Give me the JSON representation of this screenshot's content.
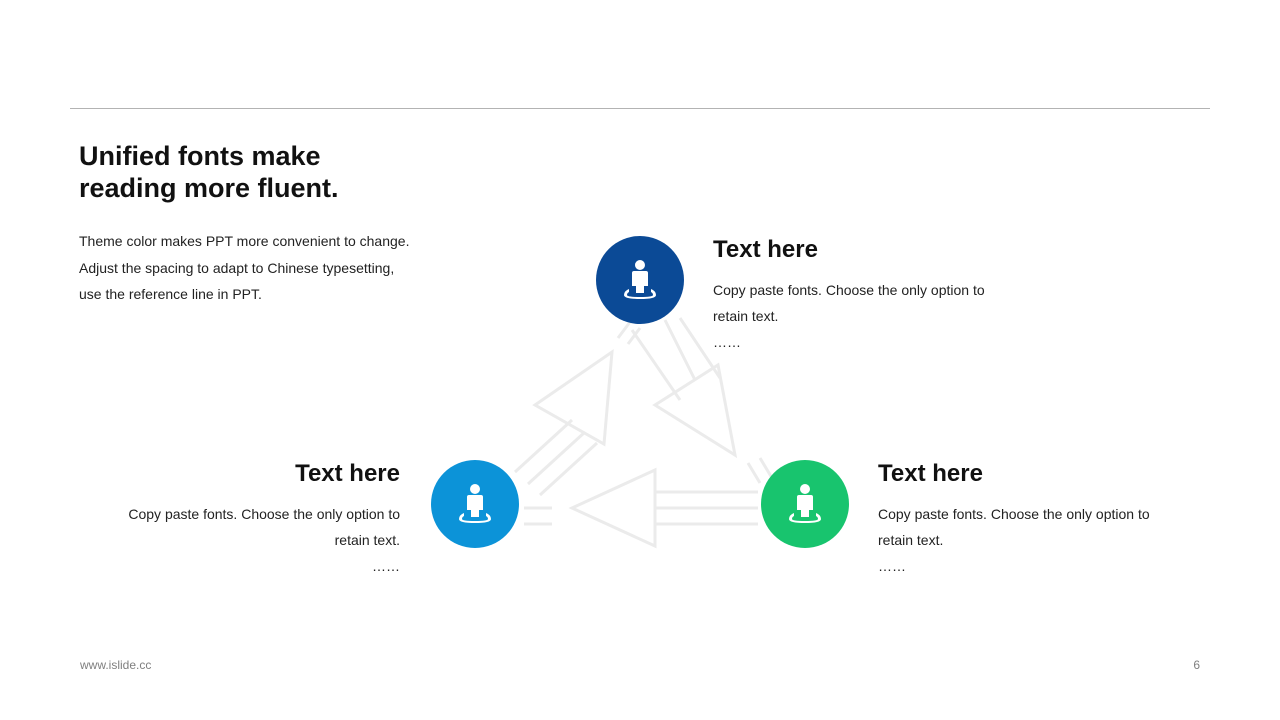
{
  "header": {
    "title_line1": "Unified fonts make",
    "title_line2": "reading more fluent."
  },
  "intro": {
    "line1": "Theme color makes PPT more convenient to change.",
    "line2": "Adjust the spacing to adapt to Chinese typesetting,",
    "line3": "use the reference line in PPT."
  },
  "nodes": [
    {
      "title": "Text here",
      "line1": "Copy paste fonts. Choose the only option to",
      "line2": "retain text.",
      "ellipsis": "……",
      "color": "#0b4a96",
      "icon": "person-icon"
    },
    {
      "title": "Text here",
      "line1": "Copy paste fonts. Choose the only option to",
      "line2": "retain text.",
      "ellipsis": "……",
      "color": "#0c93d8",
      "icon": "person-icon"
    },
    {
      "title": "Text here",
      "line1": "Copy paste fonts. Choose the only option to",
      "line2": "retain text.",
      "ellipsis": "……",
      "color": "#18c46e",
      "icon": "person-icon"
    }
  ],
  "footer": {
    "site": "www.islide.cc",
    "page": "6"
  }
}
